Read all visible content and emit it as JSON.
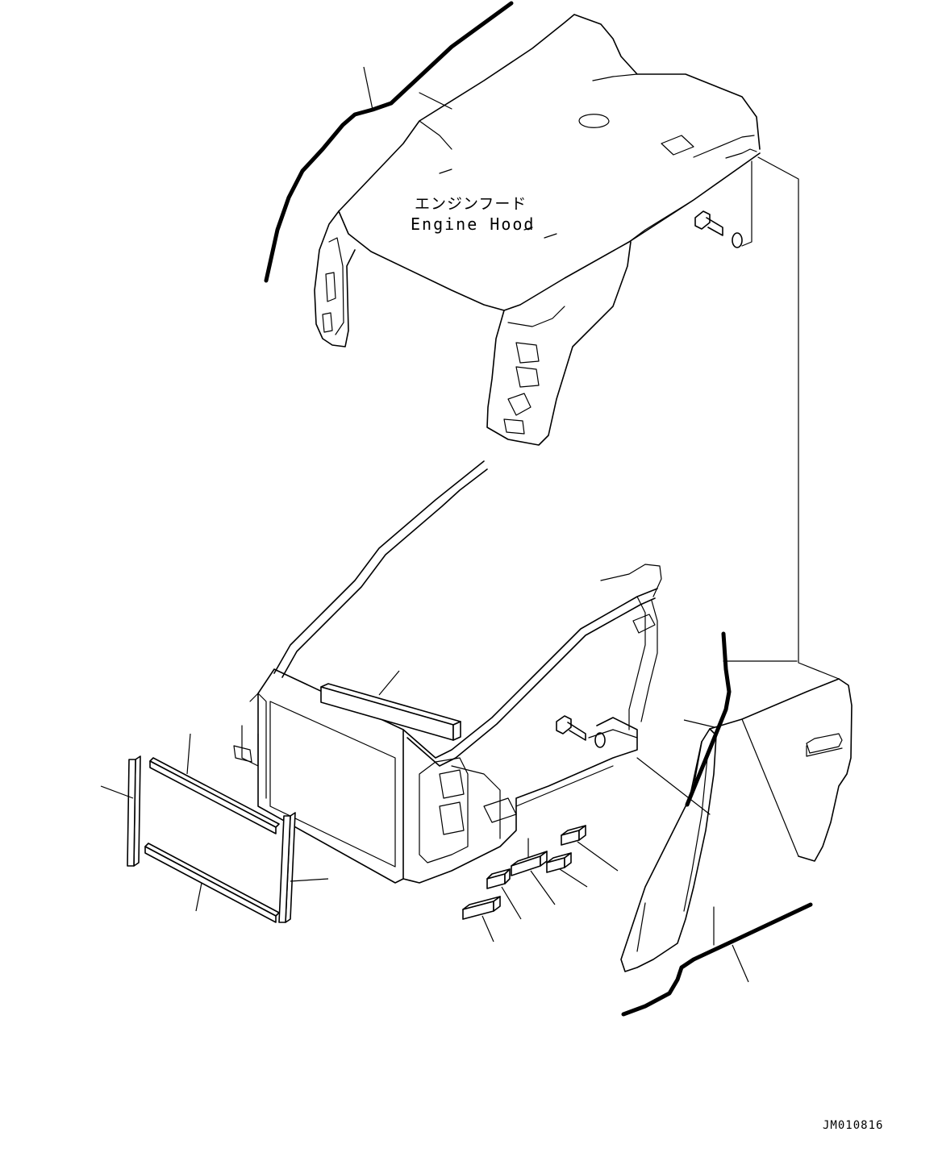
{
  "labels": {
    "engine_hood_jp": "エンジンフード",
    "engine_hood_en": "Engine Hood",
    "drawing_code": "JM010816"
  },
  "parts": [
    {
      "name": "hood-top-seal",
      "depicted": "thick seal strip"
    },
    {
      "name": "engine-hood",
      "depicted": "engine hood cover"
    },
    {
      "name": "bolt-washer",
      "depicted": "bolt with washer"
    },
    {
      "name": "frame",
      "depicted": "hood support frame"
    },
    {
      "name": "seal-blocks",
      "depicted": "rectangular foam seals"
    },
    {
      "name": "side-panel",
      "depicted": "side cover panel"
    },
    {
      "name": "side-seals",
      "depicted": "thick seal strips"
    }
  ]
}
